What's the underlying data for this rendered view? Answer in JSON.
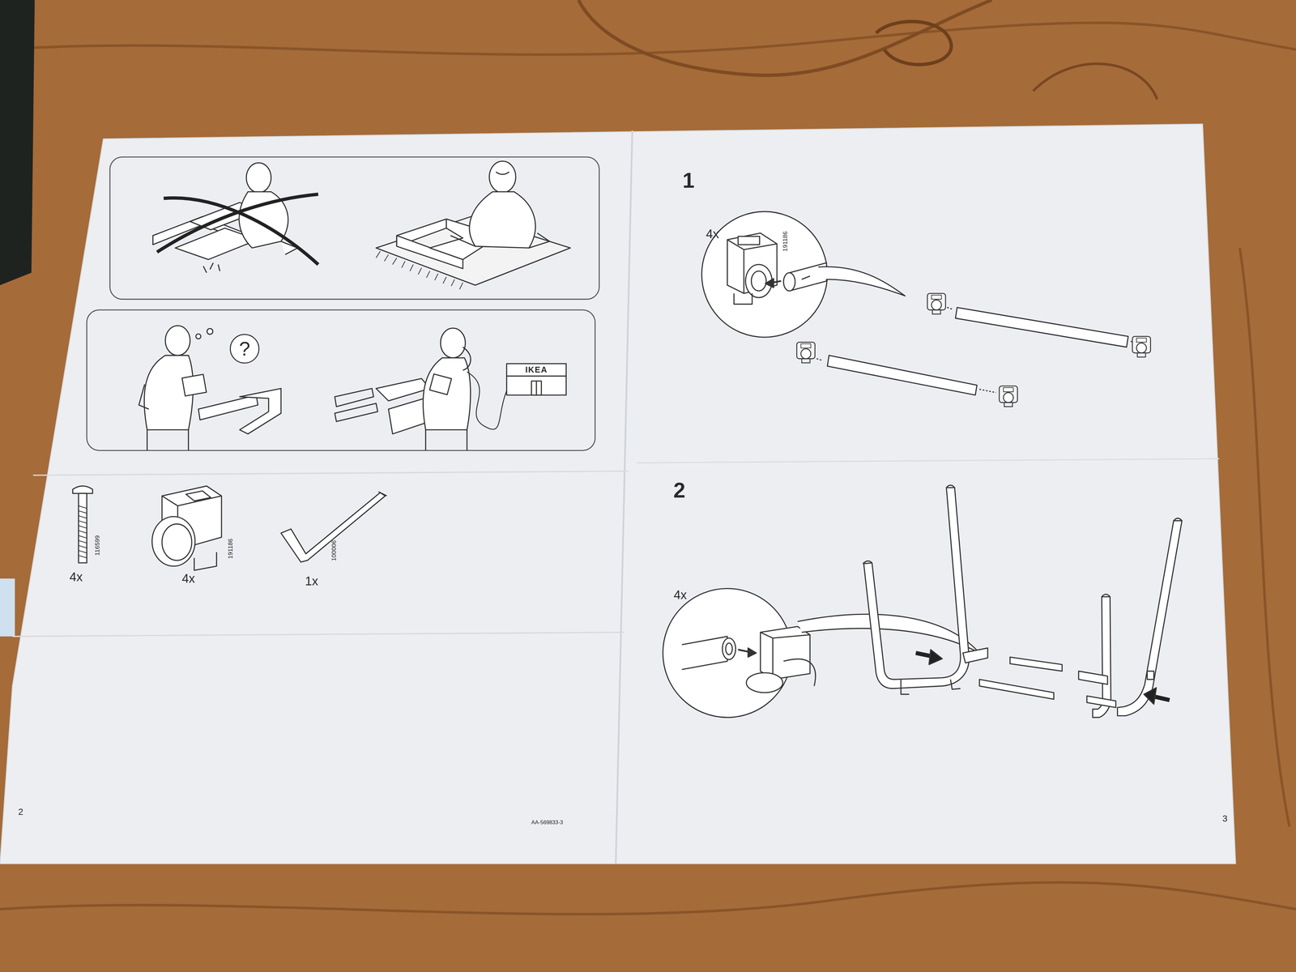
{
  "diagram": {
    "nodes": [
      {
        "text": [
          "?"
        ]
      },
      {
        "text": [
          "IKEA"
        ]
      }
    ],
    "labels": [
      "4x",
      "116599",
      "4x",
      "191186",
      "1x",
      "100006",
      "2",
      "AA-569833-3",
      "1",
      "4x",
      "191186",
      "2",
      "4x",
      "3"
    ]
  }
}
